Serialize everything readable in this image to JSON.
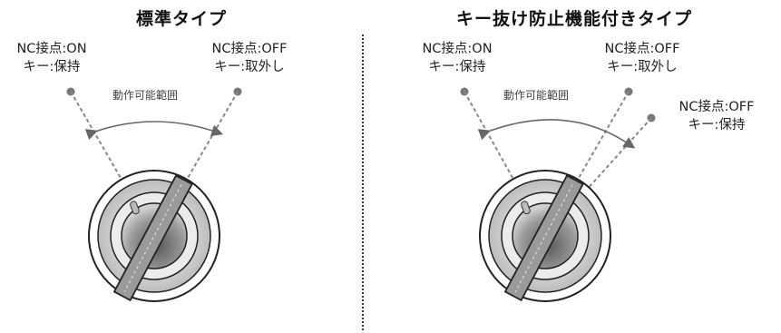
{
  "left_panel": {
    "title": "標準タイプ",
    "state_on": {
      "line1": "NC接点:ON",
      "line2": "キー:保持"
    },
    "state_off": {
      "line1": "NC接点:OFF",
      "line2": "キー:取外し"
    },
    "range_label": "動作可能範囲"
  },
  "right_panel": {
    "title": "キー抜け防止機能付きタイプ",
    "state_on": {
      "line1": "NC接点:ON",
      "line2": "キー:保持"
    },
    "state_off": {
      "line1": "NC接点:OFF",
      "line2": "キー:取外し"
    },
    "state_off_hold": {
      "line1": "NC接点:OFF",
      "line2": "キー:保持"
    },
    "range_label": "動作可能範囲"
  },
  "colors": {
    "dashed_line": "#888888",
    "arc": "#666666",
    "dot": "#777777",
    "key_fill": "#999999"
  }
}
